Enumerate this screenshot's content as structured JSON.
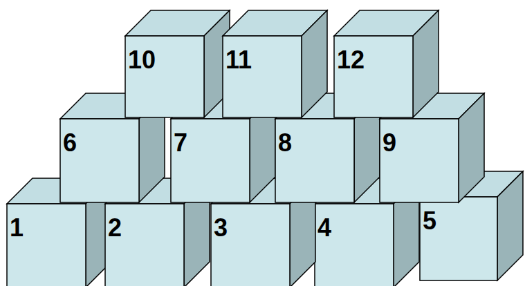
{
  "diagram": {
    "nodes": [
      {
        "text": [
          "10"
        ]
      },
      {
        "text": [
          "11"
        ]
      },
      {
        "text": [
          "12"
        ]
      },
      {
        "text": [
          "6"
        ]
      },
      {
        "text": [
          "7"
        ]
      },
      {
        "text": [
          "8"
        ]
      },
      {
        "text": [
          "9"
        ]
      },
      {
        "text": [
          "1"
        ]
      },
      {
        "text": [
          "2"
        ]
      },
      {
        "text": [
          "3"
        ]
      },
      {
        "text": [
          "4"
        ]
      },
      {
        "text": [
          "5"
        ]
      }
    ]
  }
}
